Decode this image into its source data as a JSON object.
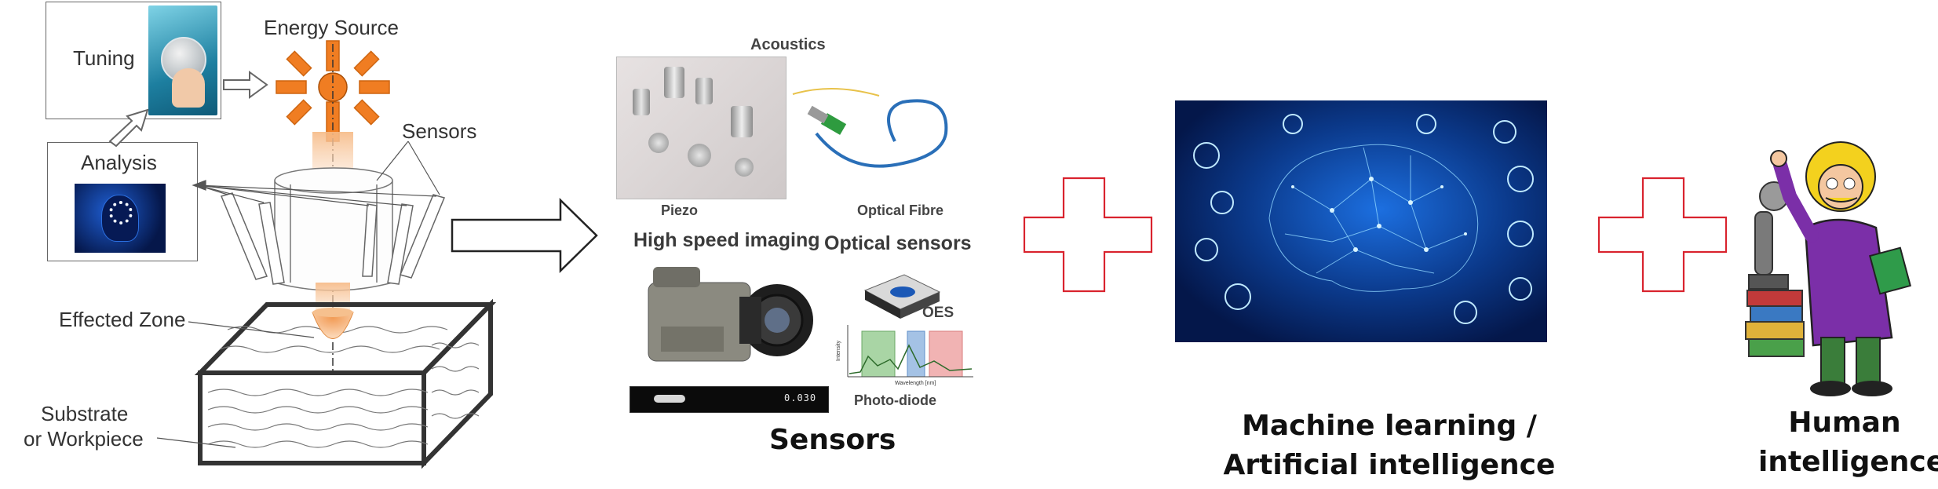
{
  "process": {
    "tuning": "Tuning",
    "energy_source": "Energy Source",
    "sensors": "Sensors",
    "analysis": "Analysis",
    "effected_zone": "Effected Zone",
    "substrate_line1": "Substrate",
    "substrate_line2": "or Workpiece"
  },
  "sensor_panel": {
    "acoustics": "Acoustics",
    "piezo": "Piezo",
    "optical_fibre": "Optical Fibre",
    "high_speed_imaging": "High speed imaging",
    "optical_sensors": "Optical sensors",
    "oes": "OES",
    "photo_diode": "Photo-diode",
    "camera_readout": "0.030",
    "spectrum_xlabel": "Wavelength [nm]",
    "spectrum_ylabel": "Intensity",
    "caption": "Sensors"
  },
  "ml": {
    "caption_line1": "Machine learning /",
    "caption_line2": "Artificial intelligence"
  },
  "human": {
    "caption_line1": "Human",
    "caption_line2": "intelligence"
  },
  "colors": {
    "energy_orange": "#f07d22",
    "plus_red": "#d9232e",
    "brain_blue": "#0b3a8c",
    "brain_glow": "#4fc3ff"
  }
}
